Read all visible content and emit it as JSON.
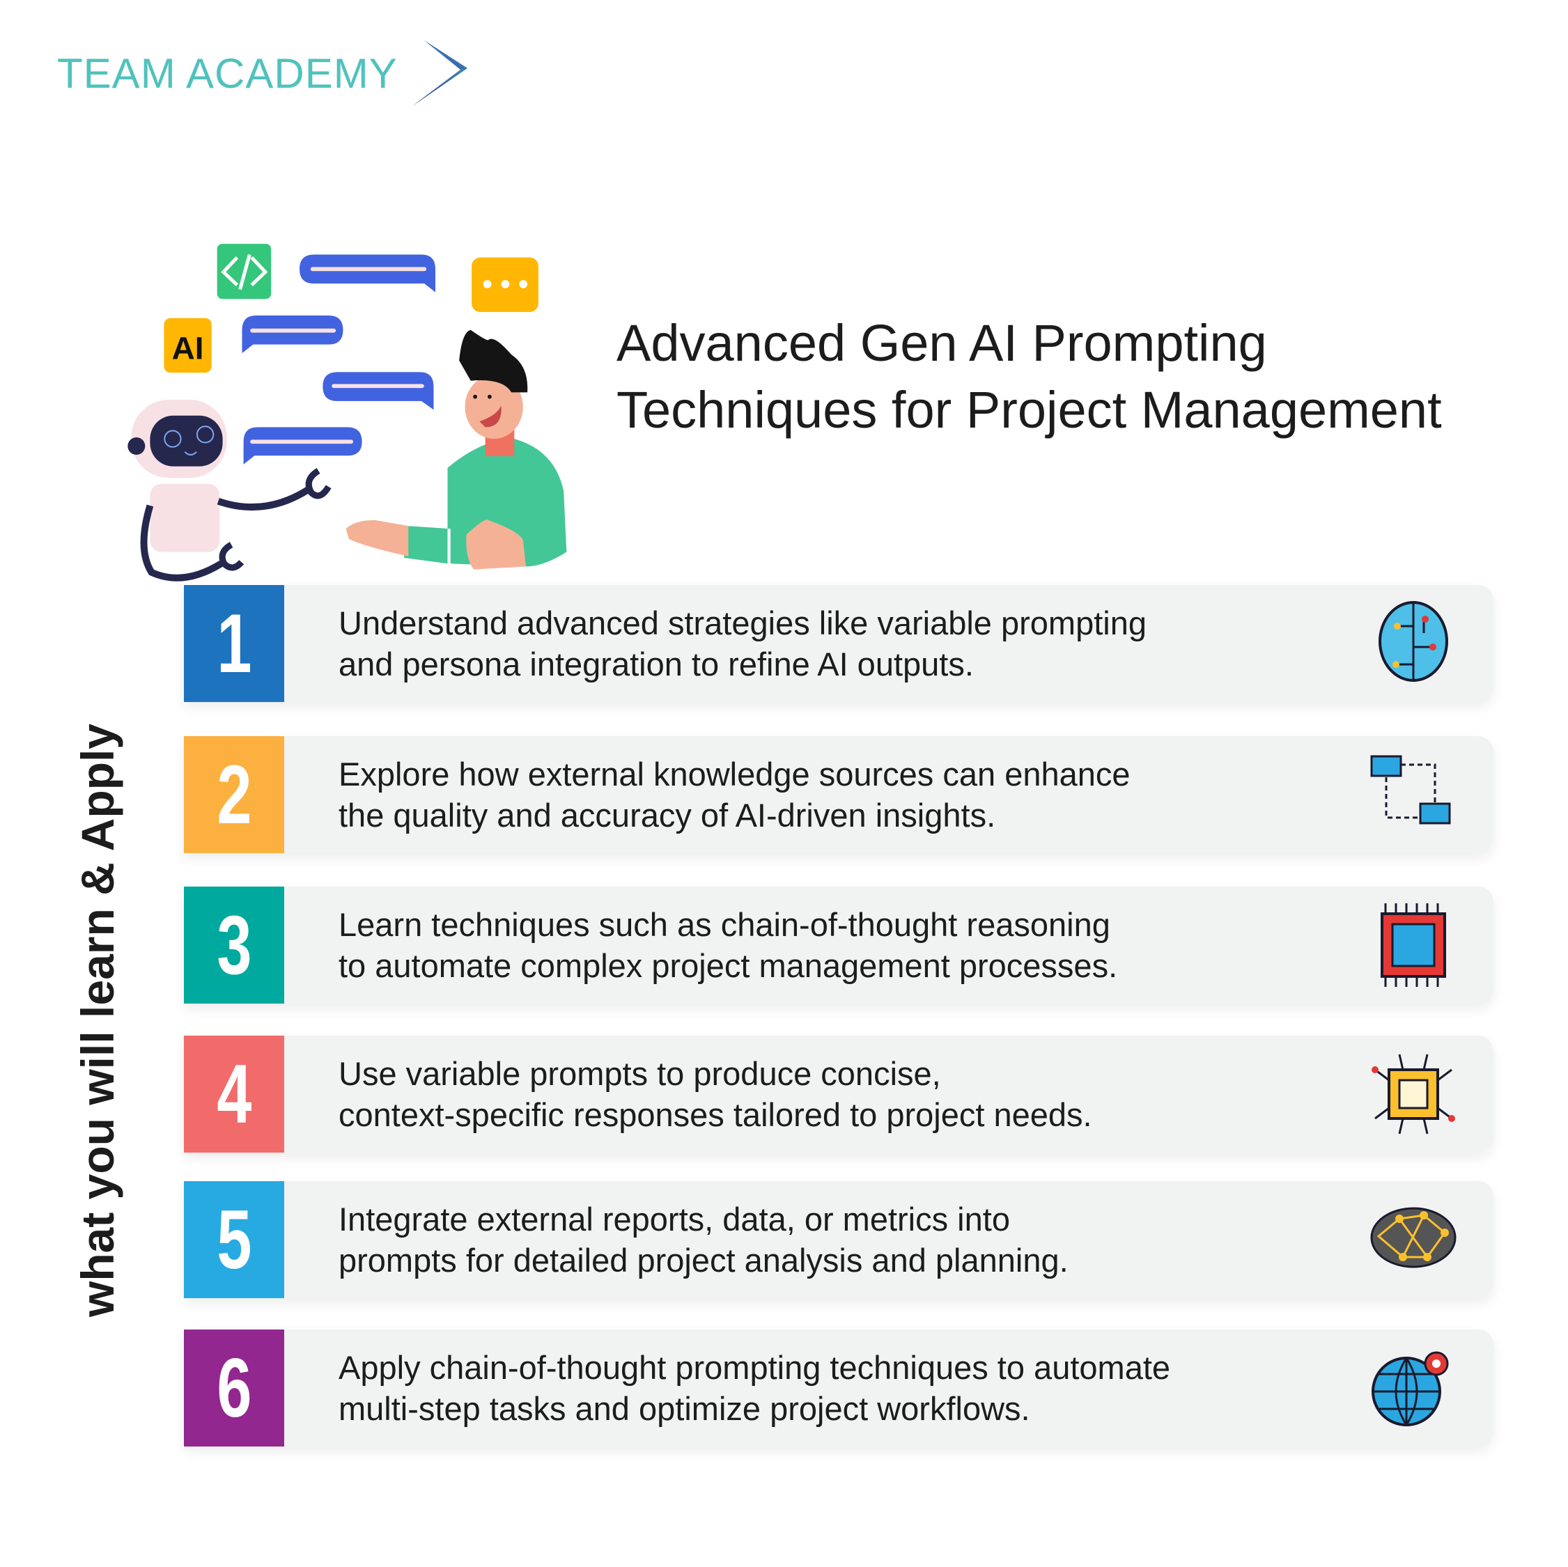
{
  "logo": {
    "text": "TEAM ACADEMY"
  },
  "illustration": {
    "badge_ai": "AI"
  },
  "title": {
    "line1": "Advanced Gen AI Prompting",
    "line2": "Techniques for Project Management"
  },
  "side_label": "what you will learn & Apply",
  "items": [
    {
      "number": "1",
      "color": "#1e73be",
      "line1": "Understand advanced strategies like variable prompting",
      "line2": "and persona integration to refine AI outputs.",
      "icon": "brain-circuit-icon"
    },
    {
      "number": "2",
      "color": "#fbb040",
      "line1": "Explore how external knowledge sources can enhance",
      "line2": "the quality and accuracy of AI-driven insights.",
      "icon": "network-computers-icon"
    },
    {
      "number": "3",
      "color": "#00a99d",
      "line1": "Learn techniques such as chain-of-thought reasoning",
      "line2": "to automate complex project management processes.",
      "icon": "chip-icon"
    },
    {
      "number": "4",
      "color": "#f26b6b",
      "line1": "Use variable prompts to produce concise,",
      "line2": "context-specific responses tailored to project needs.",
      "icon": "processor-icon"
    },
    {
      "number": "5",
      "color": "#27aae1",
      "line1": "Integrate external reports, data, or metrics into",
      "line2": "prompts for detailed project analysis and planning.",
      "icon": "neural-network-icon"
    },
    {
      "number": "6",
      "color": "#92278f",
      "line1": "Apply chain-of-thought prompting techniques to automate",
      "line2": "multi-step tasks and optimize project workflows.",
      "icon": "globe-gear-icon"
    }
  ]
}
